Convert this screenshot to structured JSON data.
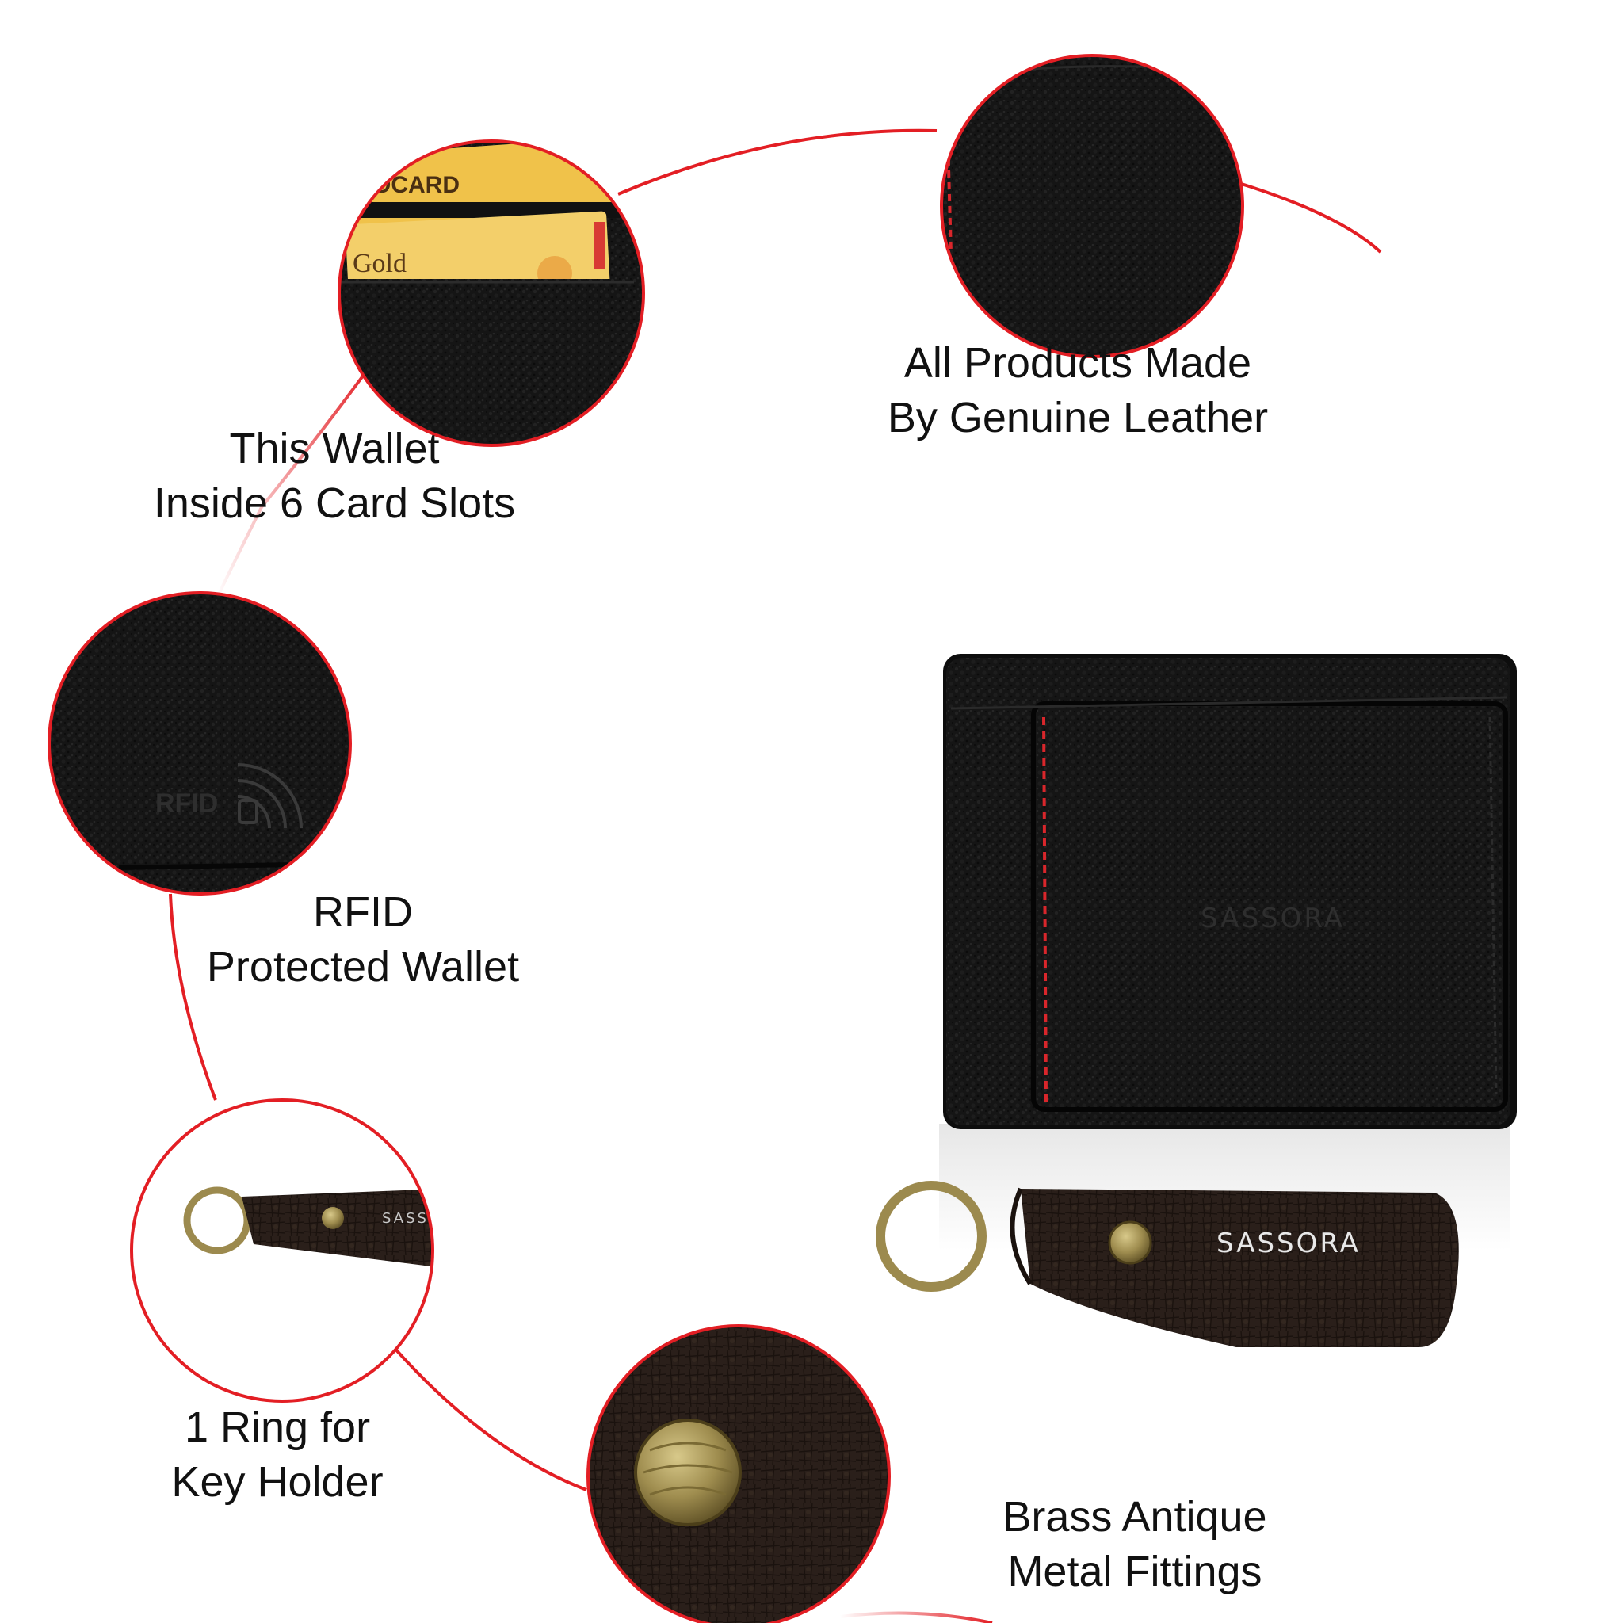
{
  "colors": {
    "accent_line": "#e31e24",
    "leather_black": "#141414",
    "leather_brown": "#2b211c",
    "stitch_red": "#d9262b",
    "brass": "#9c8a4e",
    "card_gold": "#f0c24a"
  },
  "features": [
    {
      "id": "card-slots",
      "line1": "This Wallet",
      "line2": "Inside 6 Card Slots"
    },
    {
      "id": "genuine-leather",
      "line1": "All Products Made",
      "line2": "By Genuine Leather"
    },
    {
      "id": "rfid",
      "line1": "RFID",
      "line2": "Protected Wallet"
    },
    {
      "id": "key-ring",
      "line1": "1 Ring for",
      "line2": "Key Holder"
    },
    {
      "id": "brass-fittings",
      "line1": "Brass Antique",
      "line2": "Metal Fittings"
    }
  ],
  "product": {
    "brand": "SASSORA",
    "card_text_1": "OCARD",
    "card_text_2": "Gold",
    "rfid_badge": "RFID"
  }
}
